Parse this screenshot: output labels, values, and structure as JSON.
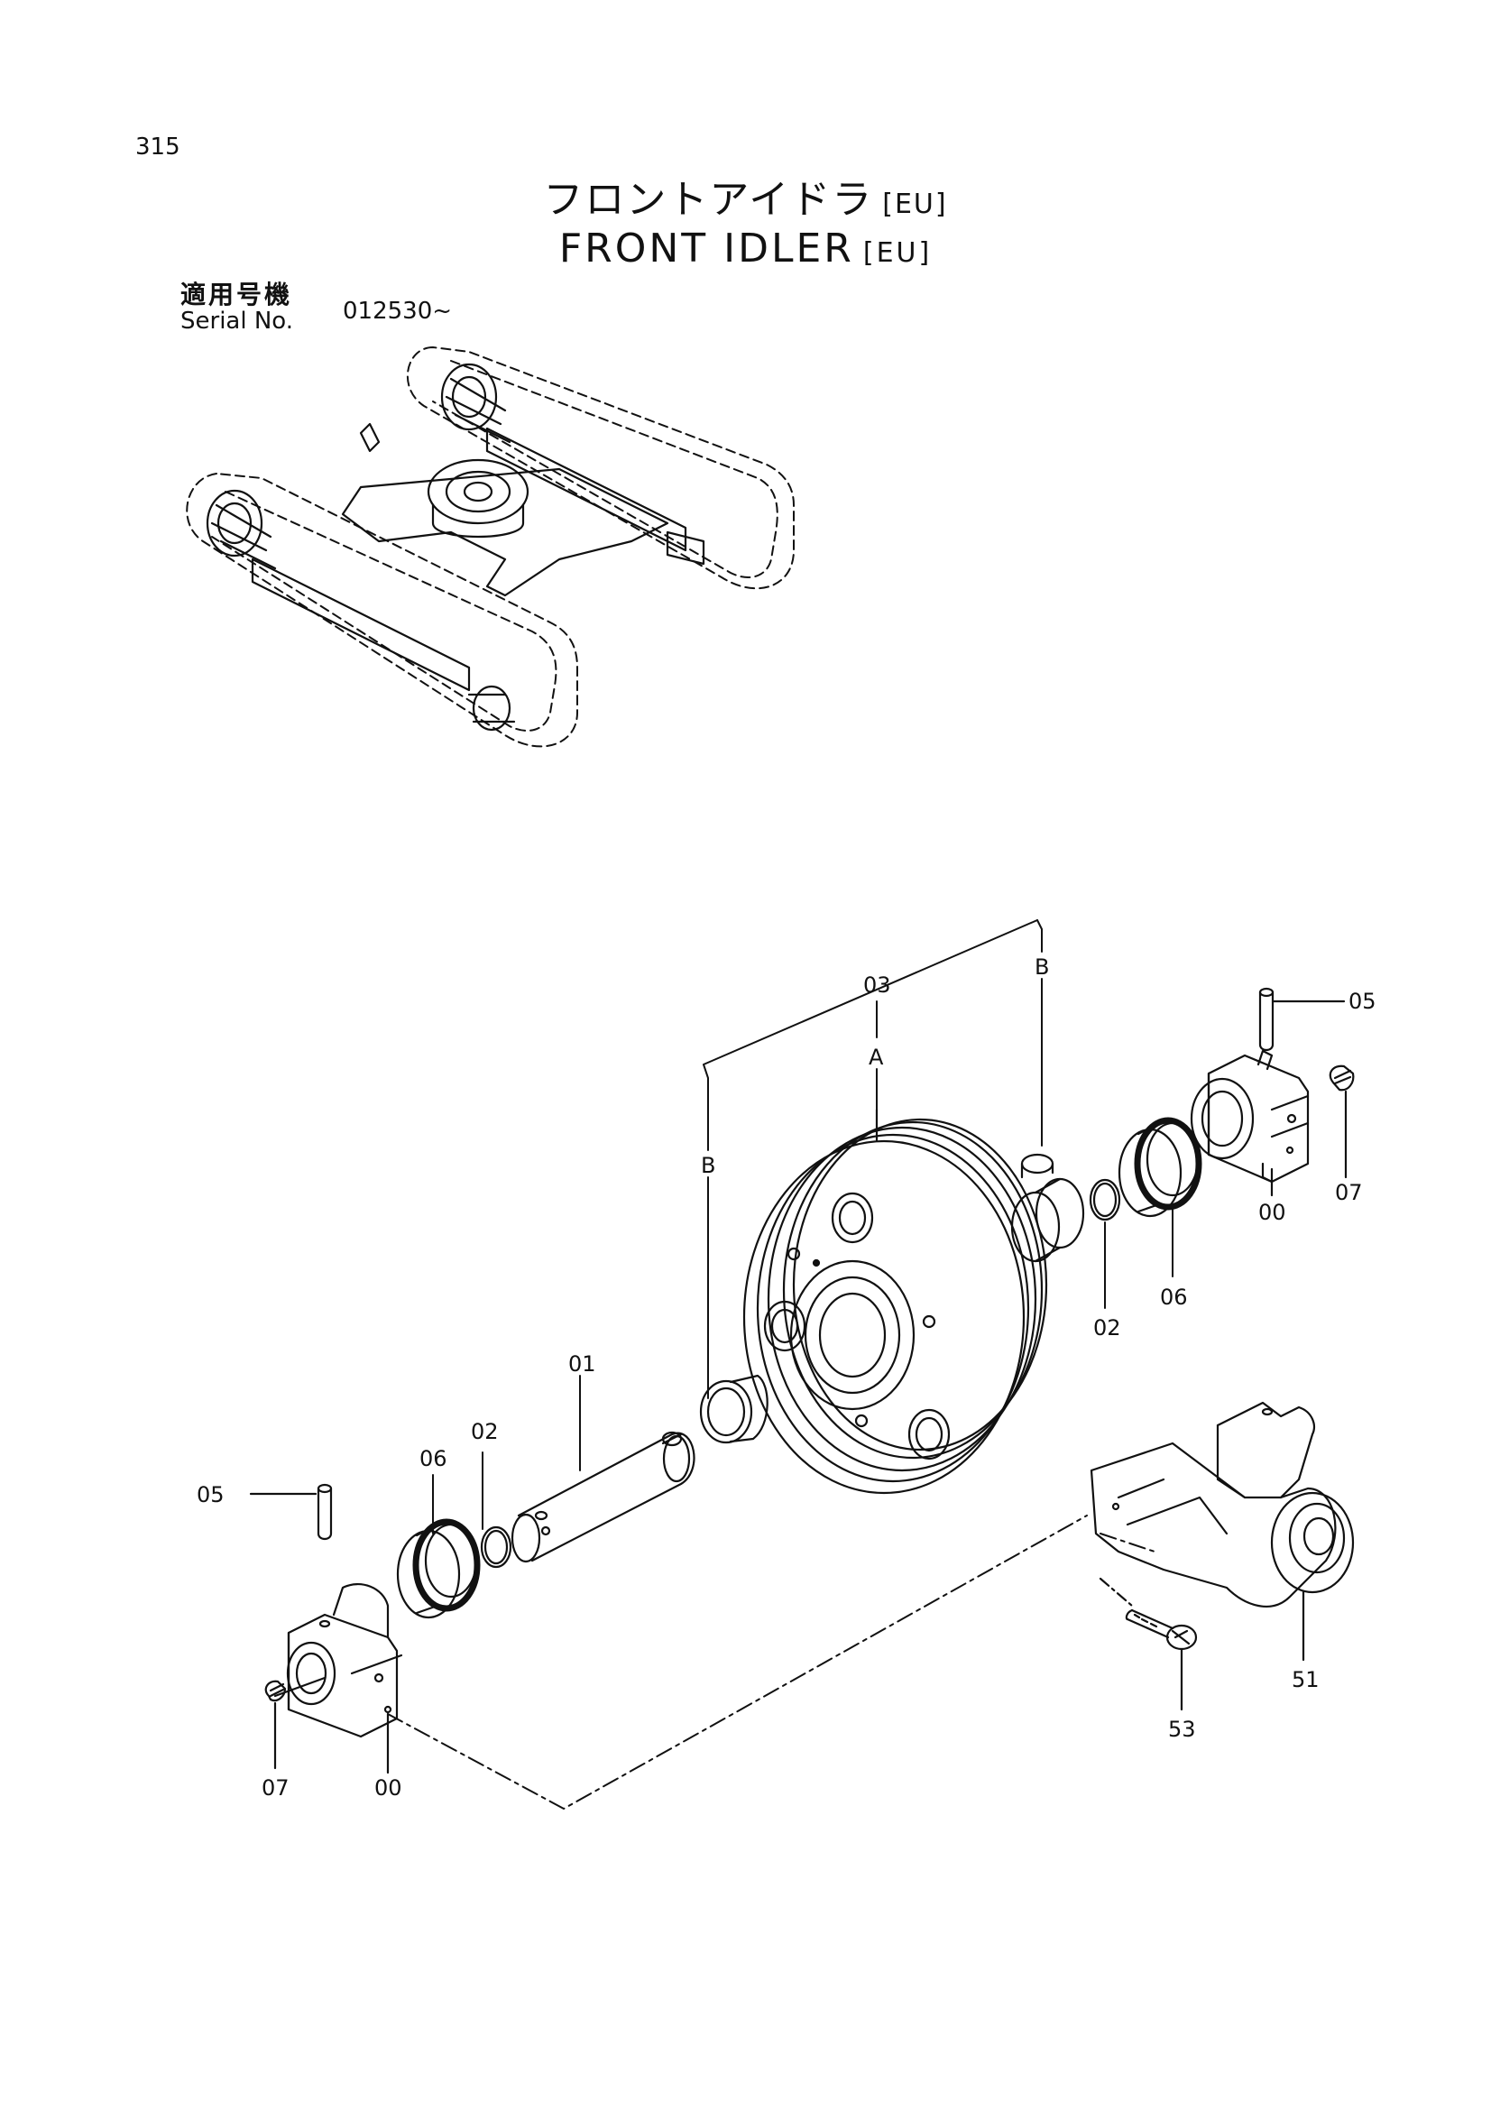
{
  "page_number": "315",
  "title_japanese": "フロントアイドラ",
  "title_english": "FRONT  IDLER",
  "region_tag": "[EU]",
  "serial": {
    "label_japanese": "適用号機",
    "label_english": "Serial No.",
    "value": "012530~"
  },
  "callouts": [
    {
      "id": "upper_05",
      "text": "05"
    },
    {
      "id": "upper_07",
      "text": "07"
    },
    {
      "id": "upper_00",
      "text": "00"
    },
    {
      "id": "upper_06",
      "text": "06"
    },
    {
      "id": "upper_02",
      "text": "02"
    },
    {
      "id": "idler_03",
      "text": "03"
    },
    {
      "id": "idler_A",
      "text": "A"
    },
    {
      "id": "B_right",
      "text": "B"
    },
    {
      "id": "B_left",
      "text": "B"
    },
    {
      "id": "shaft_01",
      "text": "01"
    },
    {
      "id": "lower_02",
      "text": "02"
    },
    {
      "id": "lower_06",
      "text": "06"
    },
    {
      "id": "lower_05",
      "text": "05"
    },
    {
      "id": "lower_07",
      "text": "07"
    },
    {
      "id": "lower_00",
      "text": "00"
    },
    {
      "id": "bracket_51",
      "text": "51"
    },
    {
      "id": "bolt_53",
      "text": "53"
    }
  ]
}
